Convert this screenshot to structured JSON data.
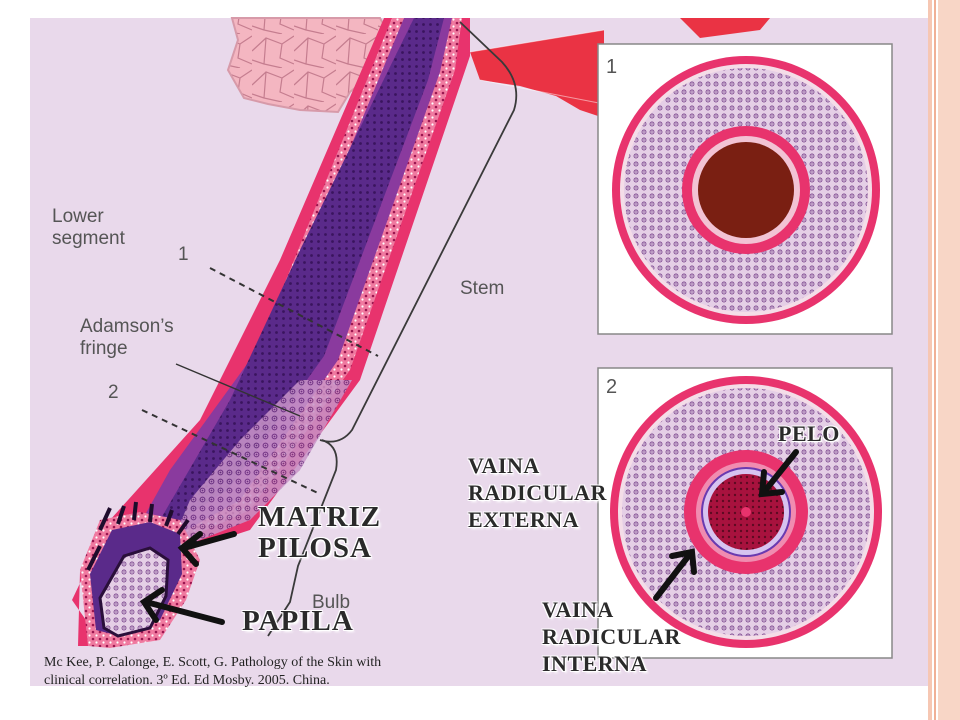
{
  "diagram": {
    "labels": {
      "lower_segment": [
        "Lower",
        "segment"
      ],
      "level_1": "1",
      "adamsons_fringe": [
        "Adamson’s",
        "fringe"
      ],
      "level_2": "2",
      "stem": "Stem",
      "bulb": "Bulb"
    },
    "panels": [
      {
        "number": "1"
      },
      {
        "number": "2"
      }
    ]
  },
  "annotations": {
    "matriz_pilosa": [
      "MATRIZ",
      "PILOSA"
    ],
    "papila": "PAPILA",
    "pelo": "PELO",
    "vaina_externa": [
      "VAINA",
      "RADICULAR",
      "EXTERNA"
    ],
    "vaina_interna": [
      "VAINA",
      "RADICULAR",
      "INTERNA"
    ]
  },
  "citation": {
    "line1": "Mc Kee, P. Calonge, E. Scott, G. Pathology of the Skin with",
    "line2": "clinical correlation. 3º Ed. Ed Mosby. 2005. China."
  },
  "colors": {
    "background": "#e9d9eb",
    "magenta": "#e8336d",
    "deep_purple": "#5a2a8a",
    "hair_core": "#7a1f12",
    "gland": "#f3b4bf",
    "sidebar": "#f6c7b3"
  }
}
